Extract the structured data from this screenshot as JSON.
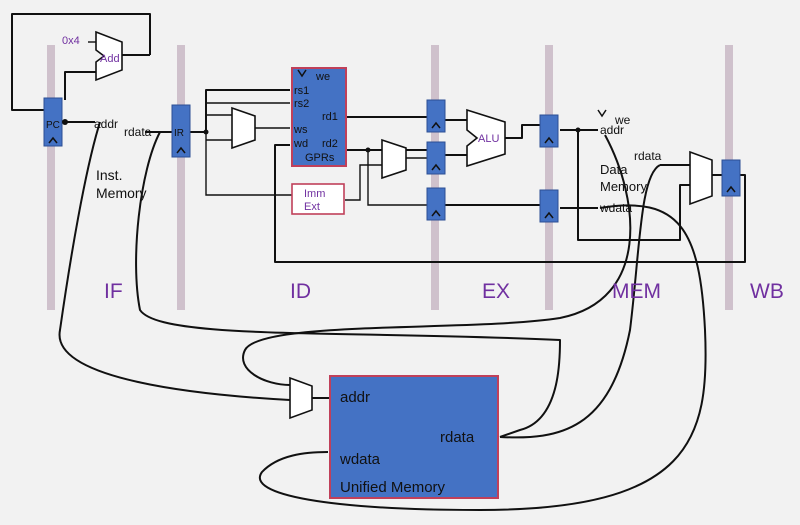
{
  "stages": [
    "IF",
    "ID",
    "EX",
    "MEM",
    "WB"
  ],
  "labels": {
    "const_0x4": "0x4",
    "add": "Add",
    "pc": "PC",
    "addr_if": "addr",
    "rdata_if": "rdata",
    "ir": "IR",
    "inst_mem_line1": "Inst.",
    "inst_mem_line2": "Memory",
    "we_id": "we",
    "rs1": "rs1",
    "rs2": "rs2",
    "rd1": "rd1",
    "ws": "ws",
    "wd": "wd",
    "rd2": "rd2",
    "gprs": "GPRs",
    "imm_line1": "Imm",
    "imm_line2": "Ext",
    "alu": "ALU",
    "we_mem": "we",
    "addr_mem": "addr",
    "rdata_mem": "rdata",
    "data_mem_line1": "Data",
    "data_mem_line2": "Memory",
    "wdata_mem": "wdata",
    "um_addr": "addr",
    "um_rdata": "rdata",
    "um_wdata": "wdata",
    "um_title": "Unified Memory"
  },
  "colors": {
    "pipeline_register": "#4472c4",
    "block_border": "#c0405a",
    "stage_bar": "#cfc1cc",
    "stage_label": "#7030a0"
  }
}
